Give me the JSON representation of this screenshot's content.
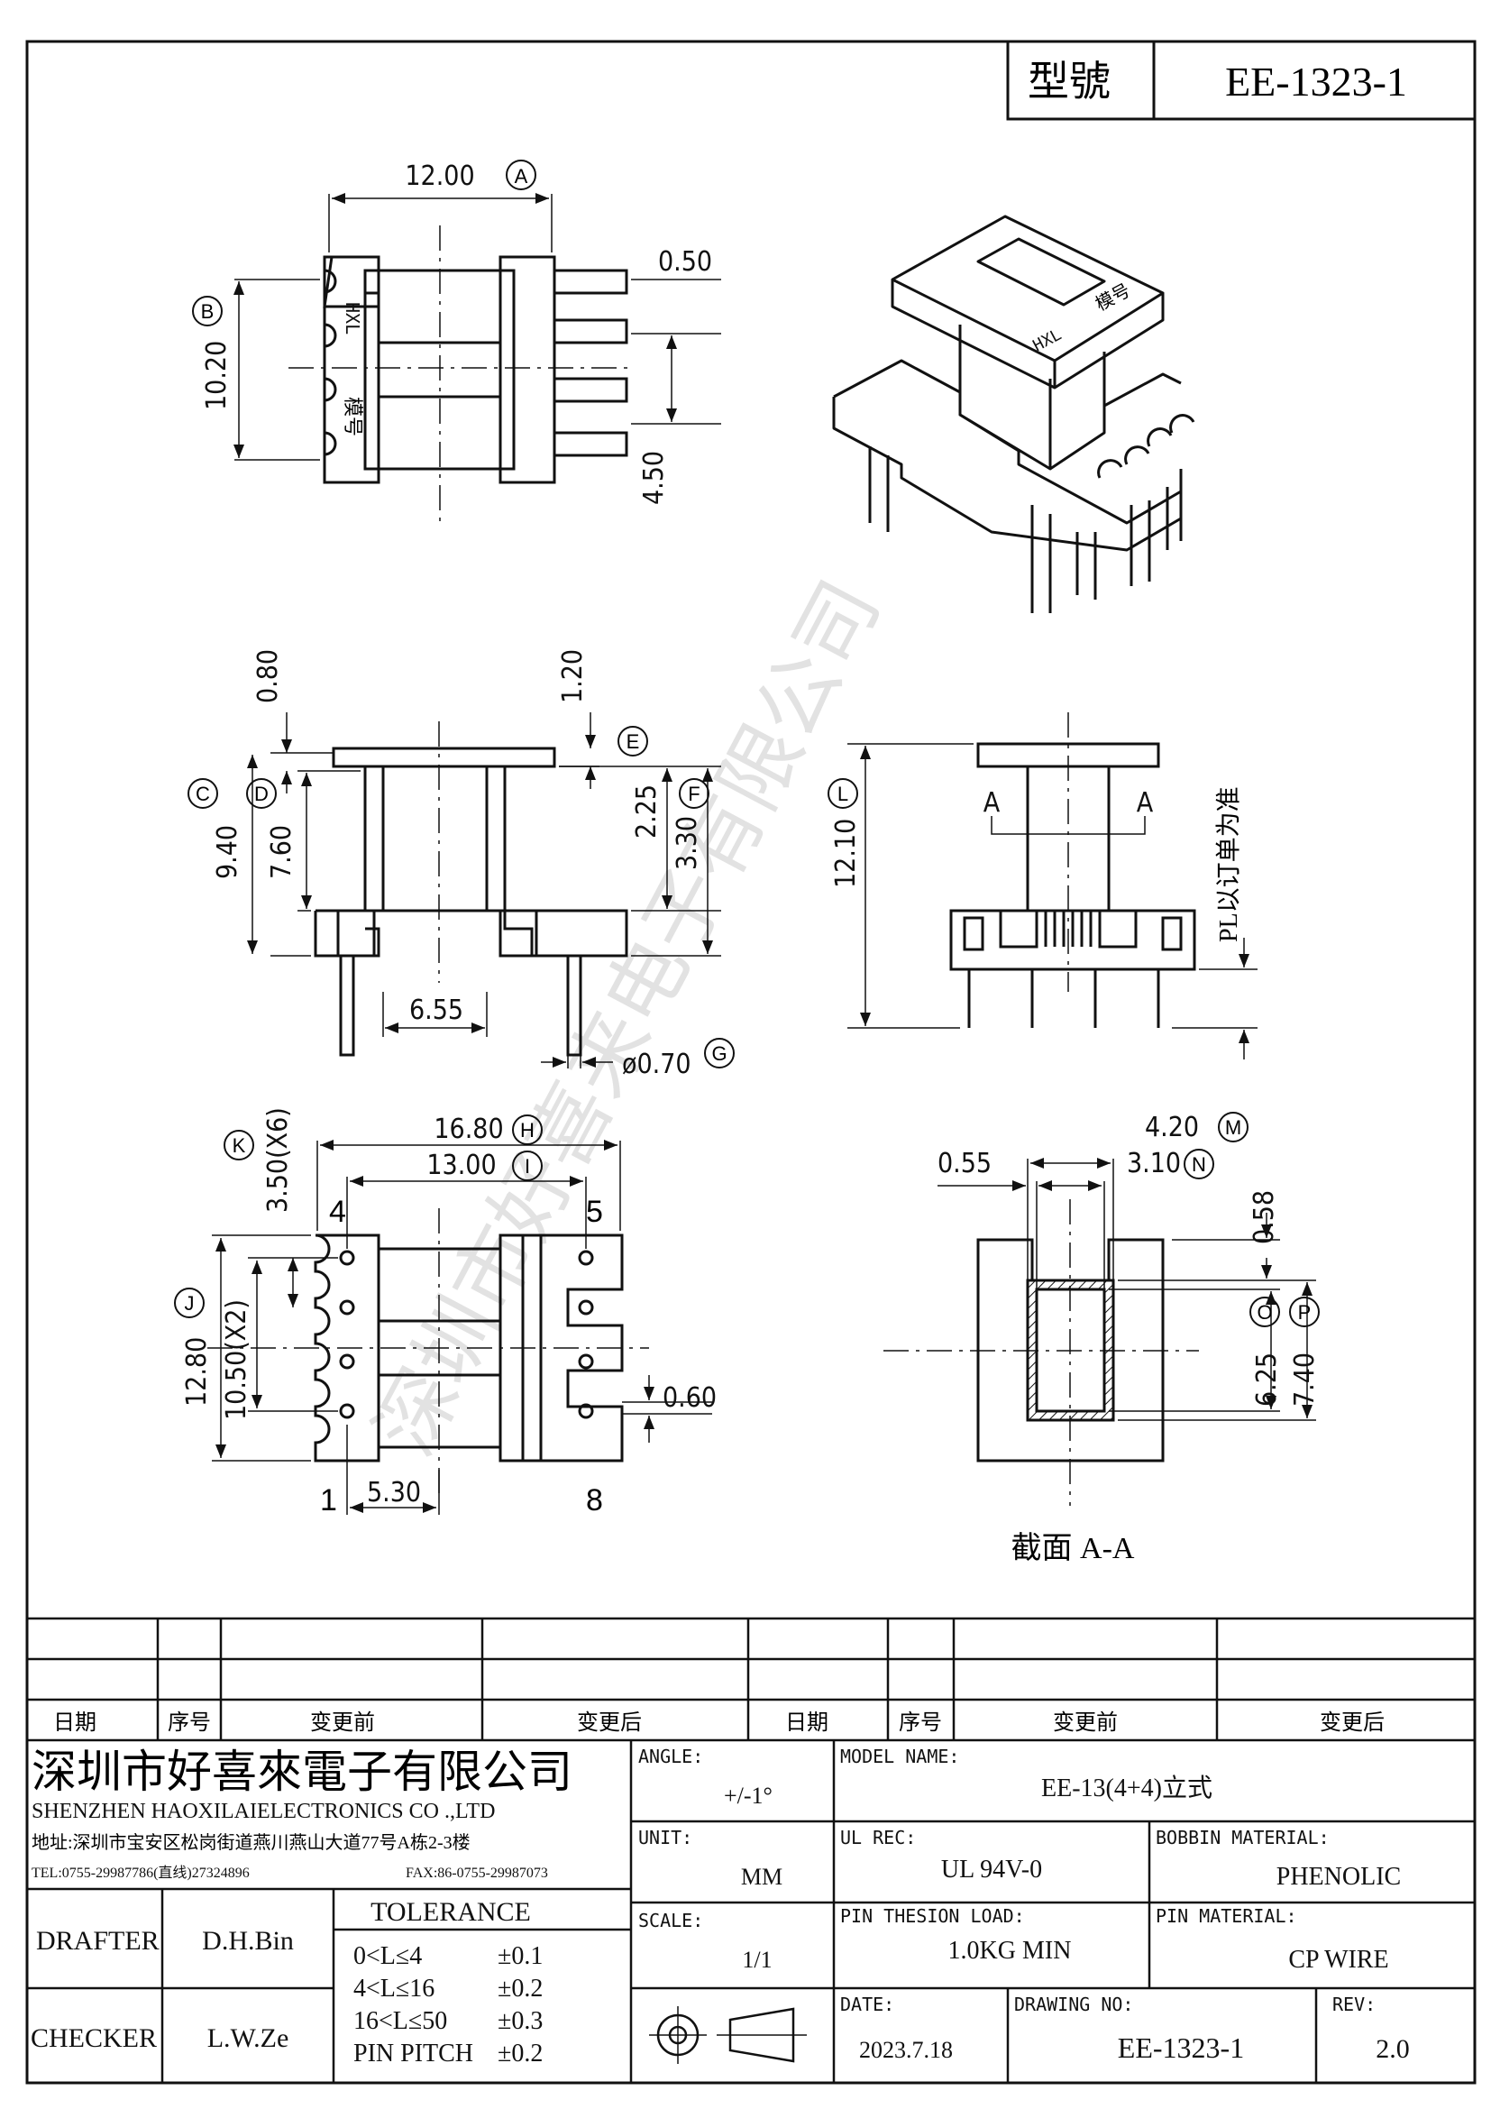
{
  "header": {
    "model_label": "型號",
    "model_value": "EE-1323-1"
  },
  "top_view": {
    "width_dim": "12.00",
    "width_tag": "A",
    "height_dim": "10.20",
    "height_tag": "B",
    "pin_thickness": "0.50",
    "pin_offset": "4.50",
    "mark_hxl": "HXL",
    "mark_model": "模号"
  },
  "iso_view": {
    "mark_hxl": "HXL",
    "mark_model": "模号"
  },
  "side_view": {
    "top_flange": "0.80",
    "right_flange": "1.20",
    "tag_e": "E",
    "total_h": "9.40",
    "tag_c": "C",
    "inner_h": "7.60",
    "tag_d": "D",
    "step_h": "2.25",
    "base_h": "3.30",
    "tag_f": "F",
    "core_w": "6.55",
    "pin_dia": "ø0.70",
    "tag_g": "G"
  },
  "front_view": {
    "height": "12.10",
    "tag_l": "L",
    "section_a1": "A",
    "section_a2": "A",
    "note": "PL以订单为准"
  },
  "bottom_view": {
    "pitch": "3.50(X6)",
    "tag_k": "K",
    "outer_w": "16.80",
    "tag_h": "H",
    "inner_w": "13.00",
    "tag_i": "I",
    "outer_h": "12.80",
    "tag_j": "J",
    "pin_span": "10.50(X2)",
    "pin_x": "5.30",
    "slot": "0.60",
    "pin1": "1",
    "pin4": "4",
    "pin5": "5",
    "pin8": "8"
  },
  "section_view": {
    "outer": "4.20",
    "tag_m": "M",
    "wall": "0.55",
    "inner": "3.10",
    "tag_n": "N",
    "top_wall": "0.58",
    "inner_h": "6.25",
    "tag_o": "O",
    "outer_h": "7.40",
    "tag_p": "P",
    "caption": "截面  A-A"
  },
  "revision_table": {
    "headers": [
      "日期",
      "序号",
      "变更前",
      "变更后",
      "日期",
      "序号",
      "变更前",
      "变更后"
    ]
  },
  "company": {
    "name_cn": "深圳市好喜來電子有限公司",
    "name_en": "SHENZHEN HAOXILAIELECTRONICS CO .,LTD",
    "address": "地址:深圳市宝安区松岗街道燕川燕山大道77号A栋2-3楼",
    "tel": "TEL:0755-29987786(直线)27324896",
    "fax": "FAX:86-0755-29987073"
  },
  "people": {
    "drafter_label": "DRAFTER",
    "drafter": "D.H.Bin",
    "checker_label": "CHECKER",
    "checker": "L.W.Ze"
  },
  "tolerance": {
    "title": "TOLERANCE",
    "rows": [
      {
        "range": "0<L≤4",
        "val": "±0.1"
      },
      {
        "range": "4<L≤16",
        "val": "±0.2"
      },
      {
        "range": "16<L≤50",
        "val": "±0.3"
      },
      {
        "range": "PIN PITCH",
        "val": "±0.2"
      }
    ]
  },
  "spec": {
    "angle_label": "ANGLE:",
    "angle": "+/-1°",
    "model_name_label": "MODEL NAME:",
    "model_name": "EE-13(4+4)立式",
    "unit_label": "UNIT:",
    "unit": "MM",
    "ul_label": "UL REC:",
    "ul": "UL 94V-0",
    "bobbin_label": "BOBBIN MATERIAL:",
    "bobbin": "PHENOLIC",
    "scale_label": "SCALE:",
    "scale": "1/1",
    "pin_load_label": "PIN THESION LOAD:",
    "pin_load": "1.0KG MIN",
    "pin_mat_label": "PIN MATERIAL:",
    "pin_mat": "CP   WIRE",
    "date_label": "DATE:",
    "date": "2023.7.18",
    "drawing_label": "DRAWING NO:",
    "drawing": "EE-1323-1",
    "rev_label": "REV:",
    "rev": "2.0"
  },
  "watermark": "深圳市好喜来电子有限公司"
}
